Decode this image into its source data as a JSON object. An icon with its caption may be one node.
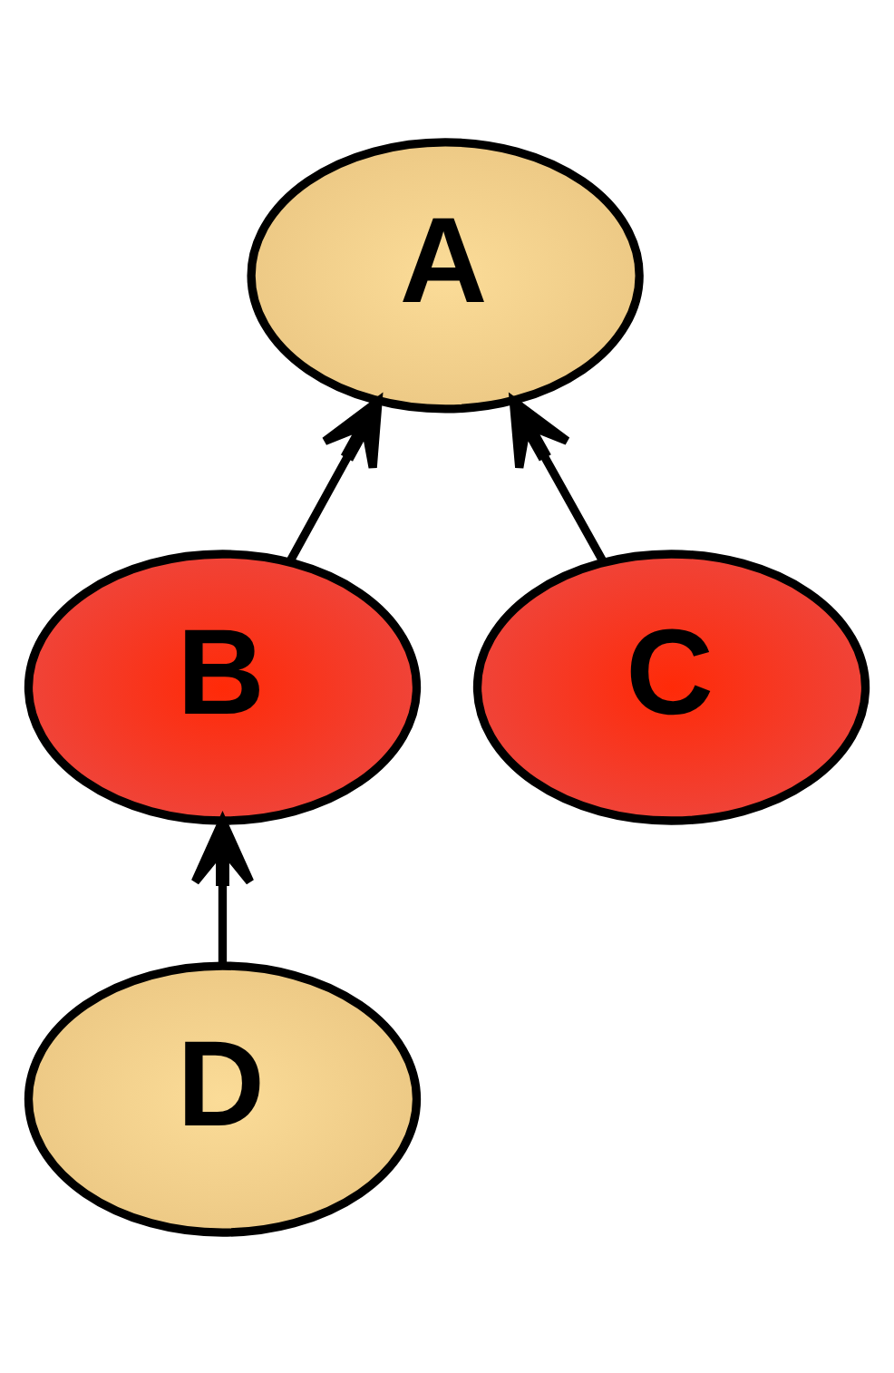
{
  "diagram": {
    "nodes": [
      {
        "text": [
          "A"
        ]
      },
      {
        "text": [
          "B"
        ]
      },
      {
        "text": [
          "C"
        ]
      },
      {
        "text": [
          "D"
        ]
      }
    ],
    "edges": [
      {
        "from": 1,
        "to": 0,
        "arrow": "to"
      },
      {
        "from": 2,
        "to": 0,
        "arrow": "to"
      },
      {
        "from": 3,
        "to": 1,
        "arrow": "to"
      }
    ]
  }
}
